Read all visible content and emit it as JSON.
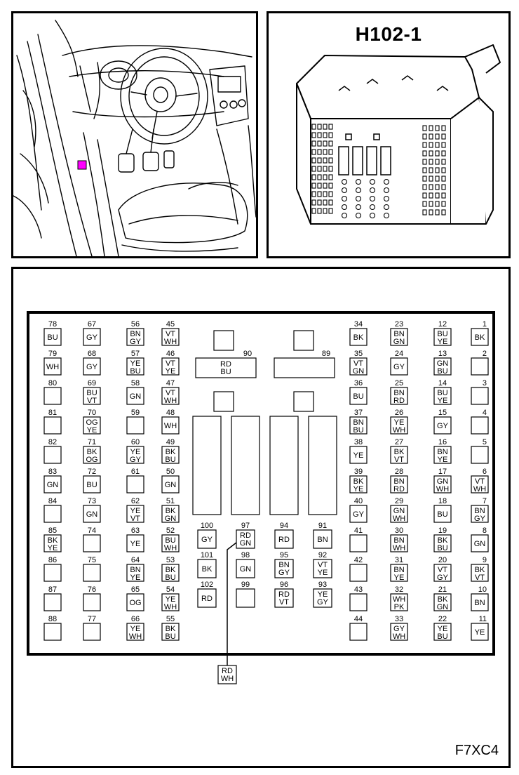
{
  "connector": {
    "id": "H102-1",
    "figure_code": "F7XC4",
    "location_marker_color": "#ff00ff",
    "pins": [
      {
        "n": "1",
        "c": [
          "BK"
        ]
      },
      {
        "n": "2",
        "c": []
      },
      {
        "n": "3",
        "c": []
      },
      {
        "n": "4",
        "c": []
      },
      {
        "n": "5",
        "c": []
      },
      {
        "n": "6",
        "c": [
          "VT",
          "WH"
        ]
      },
      {
        "n": "7",
        "c": [
          "BN",
          "GY"
        ]
      },
      {
        "n": "8",
        "c": [
          "GN"
        ]
      },
      {
        "n": "9",
        "c": [
          "BK",
          "VT"
        ]
      },
      {
        "n": "10",
        "c": [
          "BN"
        ]
      },
      {
        "n": "11",
        "c": [
          "YE"
        ]
      },
      {
        "n": "12",
        "c": [
          "BU",
          "YE"
        ]
      },
      {
        "n": "13",
        "c": [
          "GN",
          "BU"
        ]
      },
      {
        "n": "14",
        "c": [
          "BU",
          "YE"
        ]
      },
      {
        "n": "15",
        "c": [
          "GY"
        ]
      },
      {
        "n": "16",
        "c": [
          "BN",
          "YE"
        ]
      },
      {
        "n": "17",
        "c": [
          "GN",
          "WH"
        ]
      },
      {
        "n": "18",
        "c": [
          "BU"
        ]
      },
      {
        "n": "19",
        "c": [
          "BK",
          "BU"
        ]
      },
      {
        "n": "20",
        "c": [
          "VT",
          "GY"
        ]
      },
      {
        "n": "21",
        "c": [
          "BK",
          "GN"
        ]
      },
      {
        "n": "22",
        "c": [
          "YE",
          "BU"
        ]
      },
      {
        "n": "23",
        "c": [
          "BN",
          "GN"
        ]
      },
      {
        "n": "24",
        "c": [
          "GY"
        ]
      },
      {
        "n": "25",
        "c": [
          "BN",
          "RD"
        ]
      },
      {
        "n": "26",
        "c": [
          "YE",
          "WH"
        ]
      },
      {
        "n": "27",
        "c": [
          "BK",
          "VT"
        ]
      },
      {
        "n": "28",
        "c": [
          "BN",
          "RD"
        ]
      },
      {
        "n": "29",
        "c": [
          "GN",
          "WH"
        ]
      },
      {
        "n": "30",
        "c": [
          "BN",
          "WH"
        ]
      },
      {
        "n": "31",
        "c": [
          "BN",
          "YE"
        ]
      },
      {
        "n": "32",
        "c": [
          "WH",
          "PK"
        ]
      },
      {
        "n": "33",
        "c": [
          "GY",
          "WH"
        ]
      },
      {
        "n": "34",
        "c": [
          "BK"
        ]
      },
      {
        "n": "35",
        "c": [
          "VT",
          "GN"
        ]
      },
      {
        "n": "36",
        "c": [
          "BU"
        ]
      },
      {
        "n": "37",
        "c": [
          "BN",
          "BU"
        ]
      },
      {
        "n": "38",
        "c": [
          "YE"
        ]
      },
      {
        "n": "39",
        "c": [
          "BK",
          "YE"
        ]
      },
      {
        "n": "40",
        "c": [
          "GY"
        ]
      },
      {
        "n": "41",
        "c": []
      },
      {
        "n": "42",
        "c": []
      },
      {
        "n": "43",
        "c": []
      },
      {
        "n": "44",
        "c": []
      },
      {
        "n": "45",
        "c": [
          "VT",
          "WH"
        ]
      },
      {
        "n": "46",
        "c": [
          "VT",
          "YE"
        ]
      },
      {
        "n": "47",
        "c": [
          "VT",
          "WH"
        ]
      },
      {
        "n": "48",
        "c": [
          "WH"
        ]
      },
      {
        "n": "49",
        "c": [
          "BK",
          "BU"
        ]
      },
      {
        "n": "50",
        "c": [
          "GN"
        ]
      },
      {
        "n": "51",
        "c": [
          "BK",
          "GN"
        ]
      },
      {
        "n": "52",
        "c": [
          "BU",
          "WH"
        ]
      },
      {
        "n": "53",
        "c": [
          "BK",
          "BU"
        ]
      },
      {
        "n": "54",
        "c": [
          "YE",
          "WH"
        ]
      },
      {
        "n": "55",
        "c": [
          "BK",
          "BU"
        ]
      },
      {
        "n": "56",
        "c": [
          "BN",
          "GY"
        ]
      },
      {
        "n": "57",
        "c": [
          "YE",
          "BU"
        ]
      },
      {
        "n": "58",
        "c": [
          "GN"
        ]
      },
      {
        "n": "59",
        "c": []
      },
      {
        "n": "60",
        "c": [
          "YE",
          "GY"
        ]
      },
      {
        "n": "61",
        "c": []
      },
      {
        "n": "62",
        "c": [
          "YE",
          "VT"
        ]
      },
      {
        "n": "63",
        "c": [
          "YE"
        ]
      },
      {
        "n": "64",
        "c": [
          "BN",
          "YE"
        ]
      },
      {
        "n": "65",
        "c": [
          "OG"
        ]
      },
      {
        "n": "66",
        "c": [
          "YE",
          "WH"
        ]
      },
      {
        "n": "67",
        "c": [
          "GY"
        ]
      },
      {
        "n": "68",
        "c": [
          "GY"
        ]
      },
      {
        "n": "69",
        "c": [
          "BU",
          "VT"
        ]
      },
      {
        "n": "70",
        "c": [
          "OG",
          "YE"
        ]
      },
      {
        "n": "71",
        "c": [
          "BK",
          "OG"
        ]
      },
      {
        "n": "72",
        "c": [
          "BU"
        ]
      },
      {
        "n": "73",
        "c": [
          "GN"
        ]
      },
      {
        "n": "74",
        "c": []
      },
      {
        "n": "75",
        "c": []
      },
      {
        "n": "76",
        "c": []
      },
      {
        "n": "77",
        "c": []
      },
      {
        "n": "78",
        "c": [
          "BU"
        ]
      },
      {
        "n": "79",
        "c": [
          "WH"
        ]
      },
      {
        "n": "80",
        "c": []
      },
      {
        "n": "81",
        "c": []
      },
      {
        "n": "82",
        "c": []
      },
      {
        "n": "83",
        "c": [
          "GN"
        ]
      },
      {
        "n": "84",
        "c": []
      },
      {
        "n": "85",
        "c": [
          "BK",
          "YE"
        ]
      },
      {
        "n": "86",
        "c": []
      },
      {
        "n": "87",
        "c": []
      },
      {
        "n": "88",
        "c": []
      },
      {
        "n": "89",
        "c": []
      },
      {
        "n": "90",
        "c": [
          "RD",
          "BU"
        ]
      },
      {
        "n": "91",
        "c": [
          "BN"
        ]
      },
      {
        "n": "92",
        "c": [
          "VT",
          "YE"
        ]
      },
      {
        "n": "93",
        "c": [
          "YE",
          "GY"
        ]
      },
      {
        "n": "94",
        "c": [
          "RD"
        ]
      },
      {
        "n": "95",
        "c": [
          "BN",
          "GY"
        ]
      },
      {
        "n": "96",
        "c": [
          "RD",
          "VT"
        ]
      },
      {
        "n": "97",
        "c": [
          "RD",
          "GN"
        ]
      },
      {
        "n": "98",
        "c": [
          "GN"
        ]
      },
      {
        "n": "99",
        "c": []
      },
      {
        "n": "100",
        "c": [
          "GY"
        ]
      },
      {
        "n": "101",
        "c": [
          "BK"
        ]
      },
      {
        "n": "102",
        "c": [
          "RD"
        ]
      }
    ],
    "splice": {
      "from_pin": "97",
      "c": [
        "RD",
        "WH"
      ]
    }
  }
}
